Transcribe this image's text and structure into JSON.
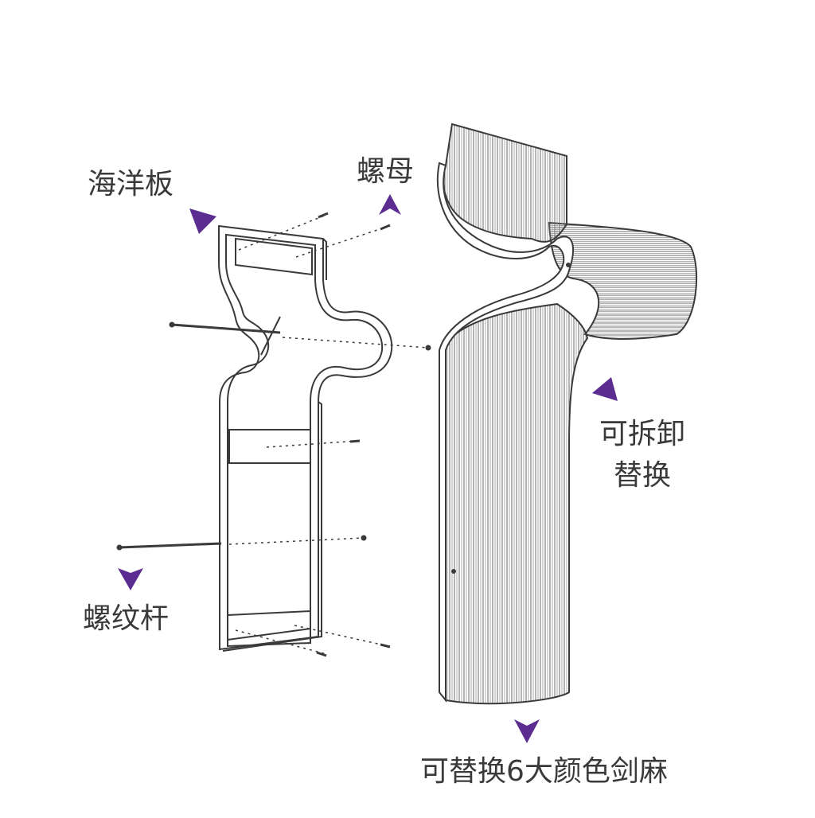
{
  "labels": {
    "ocean_board": "海洋板",
    "nut": "螺母",
    "threaded_rod": "螺纹杆",
    "detachable_line1": "可拆卸",
    "detachable_line2": "替换",
    "sisal_colors": "可替换6大颜色剑麻"
  },
  "colors": {
    "arrow": "#5b2d91",
    "line": "#3a3a3a",
    "text": "#3a3a3a"
  },
  "icons": {
    "arrow_shape": "triangle-pointer"
  }
}
